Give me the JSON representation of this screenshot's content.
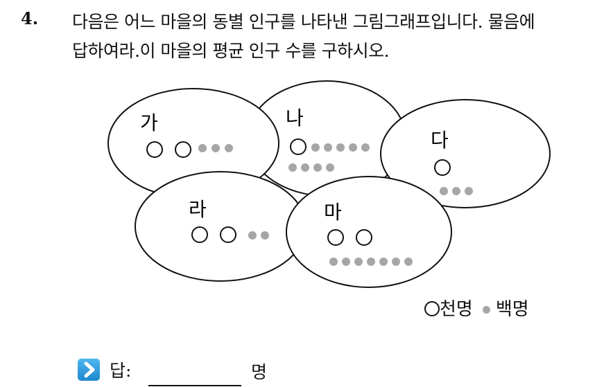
{
  "question": {
    "number": "4.",
    "line1": "다음은 어느 마을의 동별 인구를 나타낸 그림그래프입니다. 물음에",
    "line2": "답하여라.이 마을의 평균 인구 수를 구하시오."
  },
  "pictograph": {
    "districts": [
      {
        "name": "가",
        "thousands": 2,
        "hundreds": 3
      },
      {
        "name": "나",
        "thousands": 1,
        "hundreds": 9
      },
      {
        "name": "다",
        "thousands": 1,
        "hundreds": 3
      },
      {
        "name": "라",
        "thousands": 2,
        "hundreds": 2
      },
      {
        "name": "마",
        "thousands": 2,
        "hundreds": 7
      }
    ],
    "colors": {
      "outline": "#111111",
      "small_dot": "#a6a6a6"
    }
  },
  "legend": {
    "big_label": "천명",
    "small_label": "백명"
  },
  "answer": {
    "label": "답:",
    "unit": "명",
    "icon": "chevron-right-icon"
  }
}
